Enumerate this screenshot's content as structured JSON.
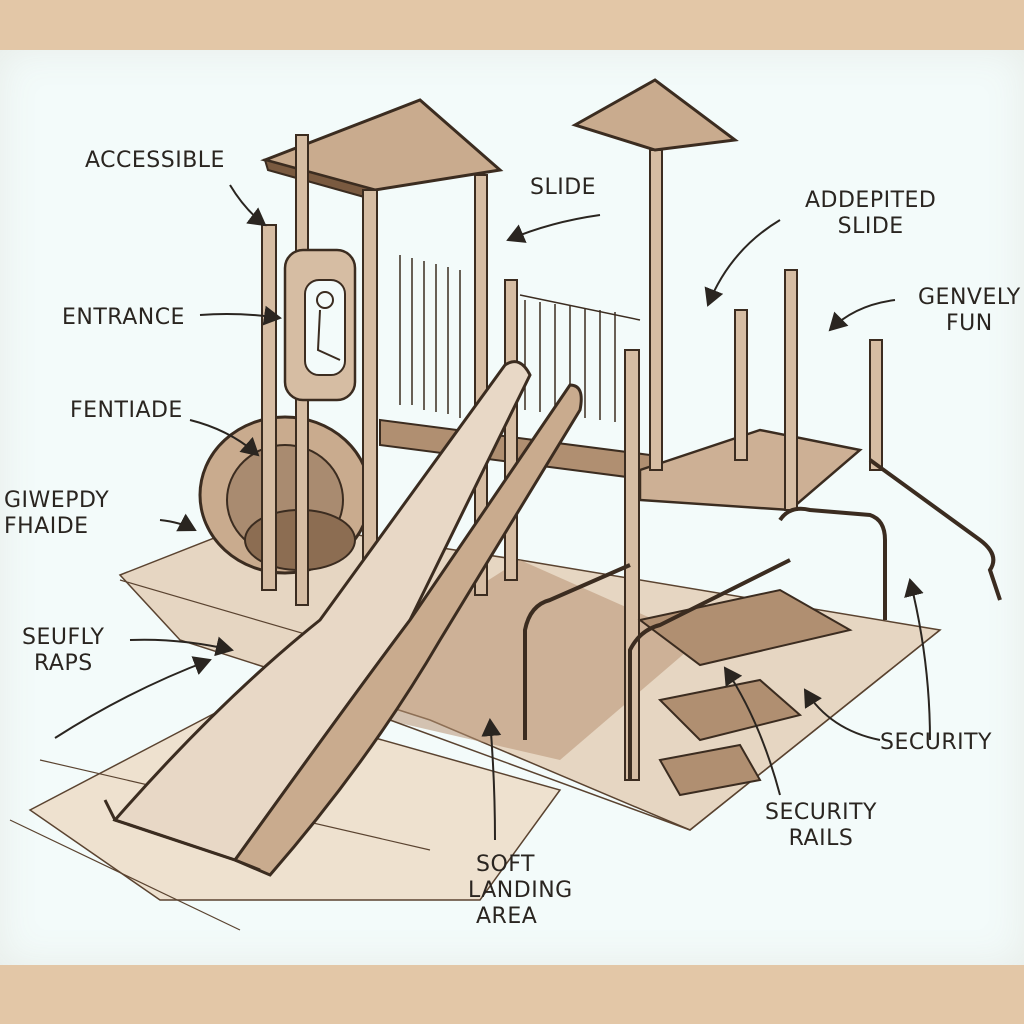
{
  "colors": {
    "background_frame": "#e3c7a7",
    "paper": "#f3fbfa",
    "ink": "#2a2520",
    "wood": "#c9ab8e",
    "wood_dark": "#7a5a40",
    "mulch": "#d8c2a8"
  },
  "labels": {
    "accessible": "ACCESSIBLE",
    "entrance": "ENTRANCE",
    "fentiade": "FENTIADE",
    "giwepdy": "GIWEPDY",
    "fhaide": "FHAIDE",
    "seufly": "SEUFLY",
    "raps": "RAPS",
    "slide": "SLIDE",
    "adedpited": "ADDEPITED",
    "adedpited_slide": "SLIDE",
    "genvely": "GENVELY",
    "fun": "FUN",
    "security": "SECURITY",
    "security_rails_1": "SECURITY",
    "security_rails_2": "RAILS",
    "soft": "SOFT",
    "landing": "LANDING",
    "area": "AREA"
  }
}
